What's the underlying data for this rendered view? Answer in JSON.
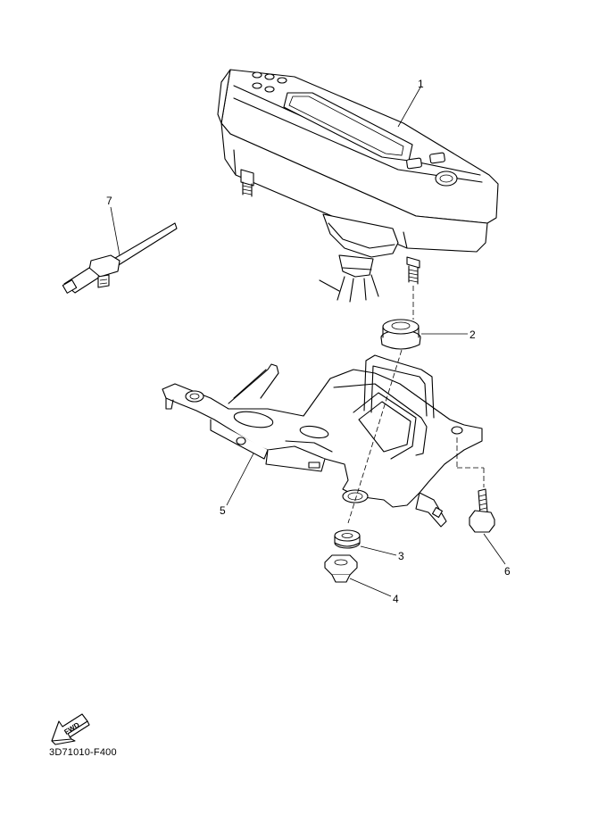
{
  "diagram": {
    "callouts": [
      {
        "id": "1",
        "label": "1"
      },
      {
        "id": "2",
        "label": "2"
      },
      {
        "id": "3",
        "label": "3"
      },
      {
        "id": "4",
        "label": "4"
      },
      {
        "id": "5",
        "label": "5"
      },
      {
        "id": "6",
        "label": "6"
      },
      {
        "id": "7",
        "label": "7"
      }
    ],
    "fwd_arrow": {
      "label": "FWD",
      "icon": "fwd-arrow-icon"
    },
    "drawing_code": "3D71010-F400"
  }
}
